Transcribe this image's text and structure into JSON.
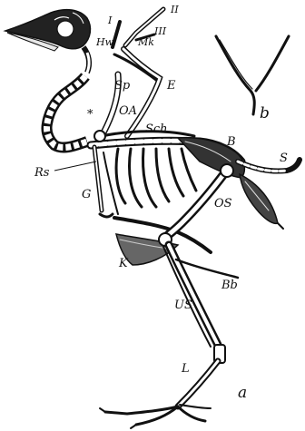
{
  "labels": {
    "I": "I",
    "II": "II",
    "III": "III",
    "Hw": "Hw",
    "Mk": "Mk",
    "Sp": "Sp",
    "E": "E",
    "OA": "OA",
    "Sch": "Sch",
    "B": "B",
    "S": "S",
    "Rs": "Rs",
    "G": "G",
    "OS": "OS",
    "K": "K",
    "Bb": "Bb",
    "US": "US",
    "L": "L",
    "a": "a",
    "b": "b",
    "star": "*"
  },
  "colors": {
    "ink": "#111111",
    "paper": "#ffffff"
  }
}
